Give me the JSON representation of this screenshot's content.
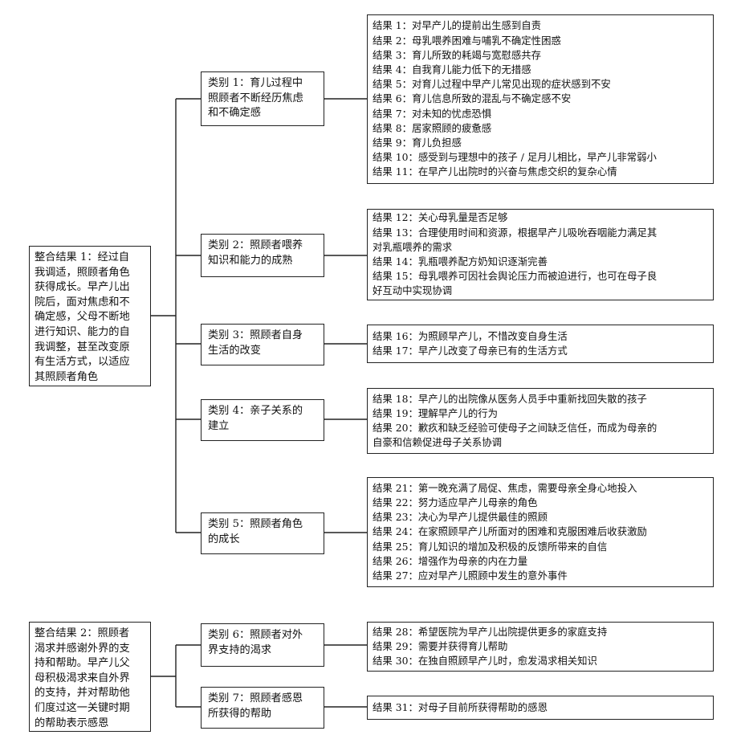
{
  "integrated": [
    {
      "text": "整合结果 1：经过自\n我调适，照顾者角色\n获得成长。早产儿出\n院后，面对焦虑和不\n确定感，父母不断地\n进行知识、能力的自\n我调整，甚至改变原\n有生活方式，以适应\n其照顾者角色"
    },
    {
      "text": "整合结果 2：照顾者\n渴求并感谢外界的支\n持和帮助。早产儿父\n母积极渴求来自外界\n的支持，并对帮助他\n们度过这一关键时期\n的帮助表示感恩"
    }
  ],
  "categories": [
    {
      "text": "类别 1：育儿过程中\n照顾者不断经历焦虑\n和不确定感"
    },
    {
      "text": "类别 2：照顾者喂养\n知识和能力的成熟"
    },
    {
      "text": "类别 3：照顾者自身\n生活的改变"
    },
    {
      "text": "类别 4：亲子关系的\n建立"
    },
    {
      "text": "类别 5：照顾者角色\n的成长"
    },
    {
      "text": "类别 6：照顾者对外\n界支持的渴求"
    },
    {
      "text": "类别 7：照顾者感恩\n所获得的帮助"
    }
  ],
  "results": [
    {
      "lines": [
        "结果 1：对早产儿的提前出生感到自责",
        "结果 2：母乳喂养困难与哺乳不确定性困惑",
        "结果 3：育儿所致的耗竭与宽慰感共存",
        "结果 4：自我育儿能力低下的无措感",
        "结果 5：对育儿过程中早产儿常见出现的症状感到不安",
        "结果 6：育儿信息所致的混乱与不确定感不安",
        "结果 7：对未知的忧虑恐惧",
        "结果 8：居家照顾的疲惫感",
        "结果 9：育儿负担感",
        "结果 10：感受到与理想中的孩子 / 足月儿相比，早产儿非常弱小",
        "结果 11：在早产儿出院时的兴奋与焦虑交织的复杂心情"
      ]
    },
    {
      "lines": [
        "结果 12：关心母乳量是否足够",
        "结果 13：合理使用时间和资源，根据早产儿吸吮吞咽能力满足其",
        "对乳瓶喂养的需求",
        "结果 14：乳瓶喂养配方奶知识逐渐完善",
        "结果 15：母乳喂养可因社会舆论压力而被迫进行，也可在母子良",
        "好互动中实现协调"
      ]
    },
    {
      "lines": [
        "结果 16：为照顾早产儿，不惜改变自身生活",
        "结果 17：早产儿改变了母亲已有的生活方式"
      ]
    },
    {
      "lines": [
        "结果 18：早产儿的出院像从医务人员手中重新找回失散的孩子",
        "结果 19：理解早产儿的行为",
        "结果 20：歉疚和缺乏经验可使母子之间缺乏信任，而成为母亲的",
        "自豪和信赖促进母子关系协调"
      ]
    },
    {
      "lines": [
        "结果 21：第一晚充满了局促、焦虑，需要母亲全身心地投入",
        "结果 22：努力适应早产儿母亲的角色",
        "结果 23：决心为早产儿提供最佳的照顾",
        "结果 24：在家照顾早产儿所面对的困难和克服困难后收获激励",
        "结果 25：育儿知识的增加及积极的反馈所带来的自信",
        "结果 26：增强作为母亲的内在力量",
        "结果 27：应对早产儿照顾中发生的意外事件"
      ]
    },
    {
      "lines": [
        "结果 28：希望医院为早产儿出院提供更多的家庭支持",
        "结果 29：需要并获得育儿帮助",
        "结果 30：在独自照顾早产儿时，愈发渴求相关知识"
      ]
    },
    {
      "lines": [
        "结果 31：对母子目前所获得帮助的感恩"
      ]
    }
  ]
}
